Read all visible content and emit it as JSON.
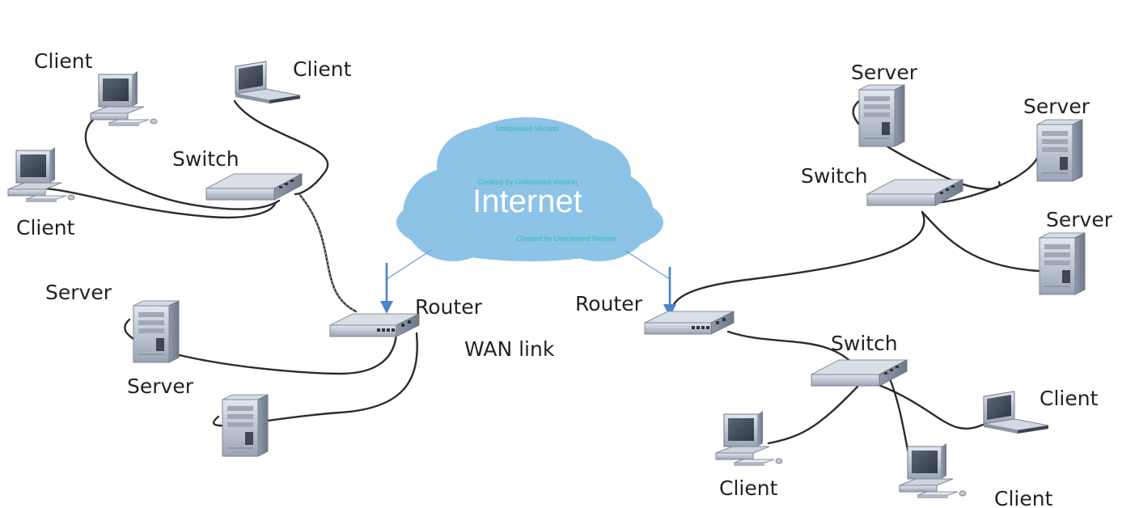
{
  "cloud": {
    "title": "Internet"
  },
  "watermarks": [
    "Unlicensed Version",
    "Created by Unlicensed Version",
    "Created by Unlicensed Version"
  ],
  "labels": {
    "left_client_1": "Client",
    "left_client_2": "Client",
    "left_client_3": "Client",
    "left_switch": "Switch",
    "left_server_1": "Server",
    "left_server_2": "Server",
    "left_router": "Router",
    "wan_link": "WAN link",
    "right_router": "Router",
    "right_server_1": "Server",
    "right_server_2": "Server",
    "right_server_3": "Server",
    "right_switch_top": "Switch",
    "right_switch_bottom": "Switch",
    "right_client_1": "Client",
    "right_client_2": "Client",
    "right_client_3": "Client"
  },
  "colors": {
    "cloud": "#8cc3e6",
    "arrow": "#4a86c8",
    "cable": "#2c2c2c",
    "device_body": "#c3cbd8"
  }
}
